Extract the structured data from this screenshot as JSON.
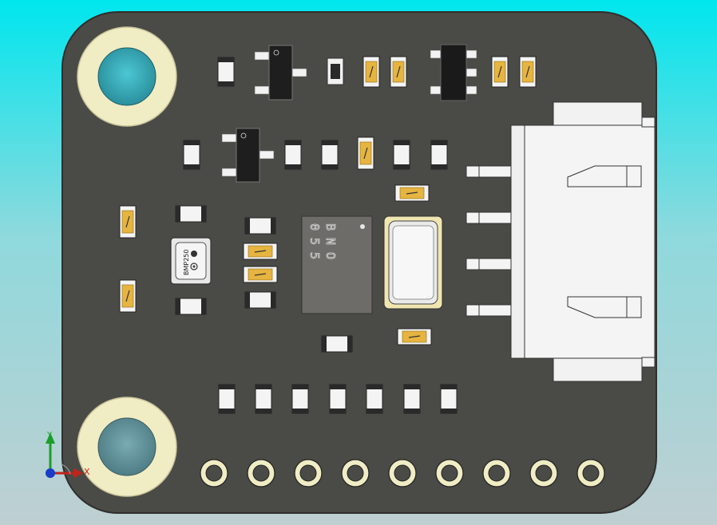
{
  "ic_label": [
    "B",
    "N",
    "O",
    "0",
    "5",
    "5"
  ],
  "sensor_label": "BMP250",
  "axis_labels": {
    "x": "X",
    "y": "Y"
  },
  "colors": {
    "board": "#4a4a46",
    "pad_ring": "#f3f0c8",
    "connector": "#f2f2f2",
    "ic_body": "#6e6c68",
    "transistor": "#1e1e1e",
    "capacitor": "#e6b440",
    "crystal_frame": "#f0e6b0"
  }
}
